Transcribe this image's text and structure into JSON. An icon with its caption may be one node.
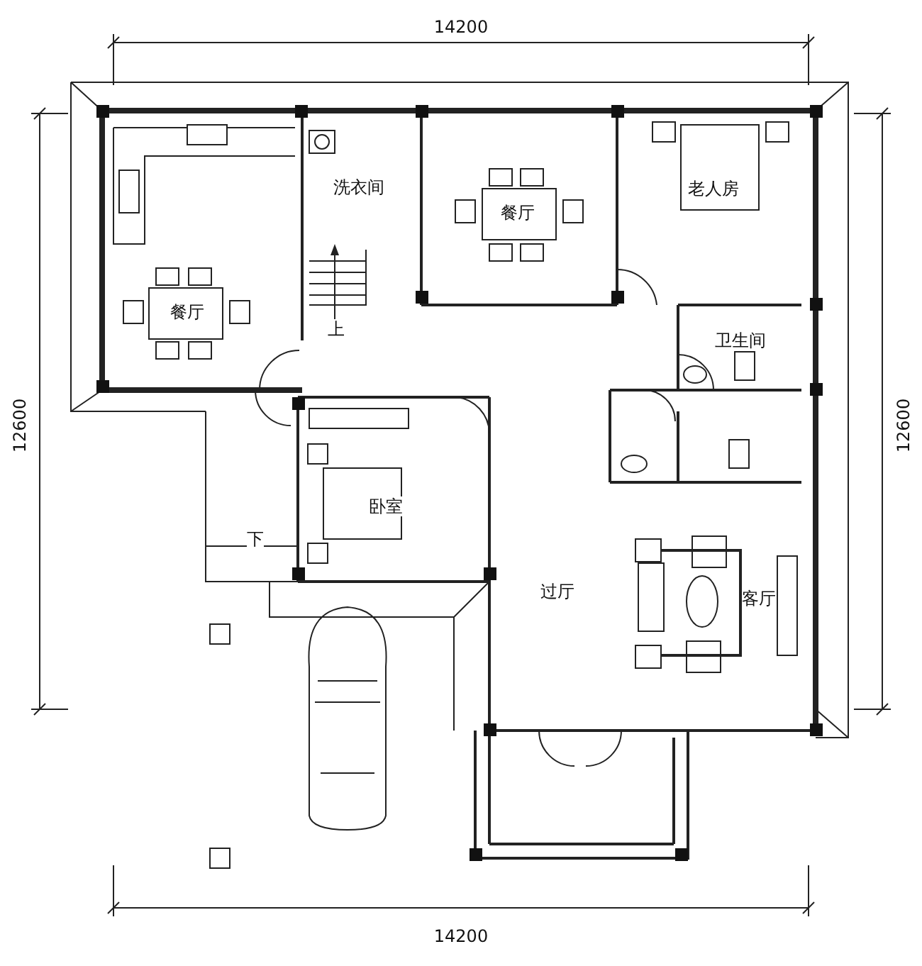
{
  "diagram": {
    "labels": [
      "14200",
      "洗衣间",
      "餐厅",
      "老人房",
      "餐厅",
      "上",
      "卫生间",
      "卧室",
      "下",
      "过厅",
      "客厅",
      "12600",
      "12600",
      "14200"
    ]
  }
}
